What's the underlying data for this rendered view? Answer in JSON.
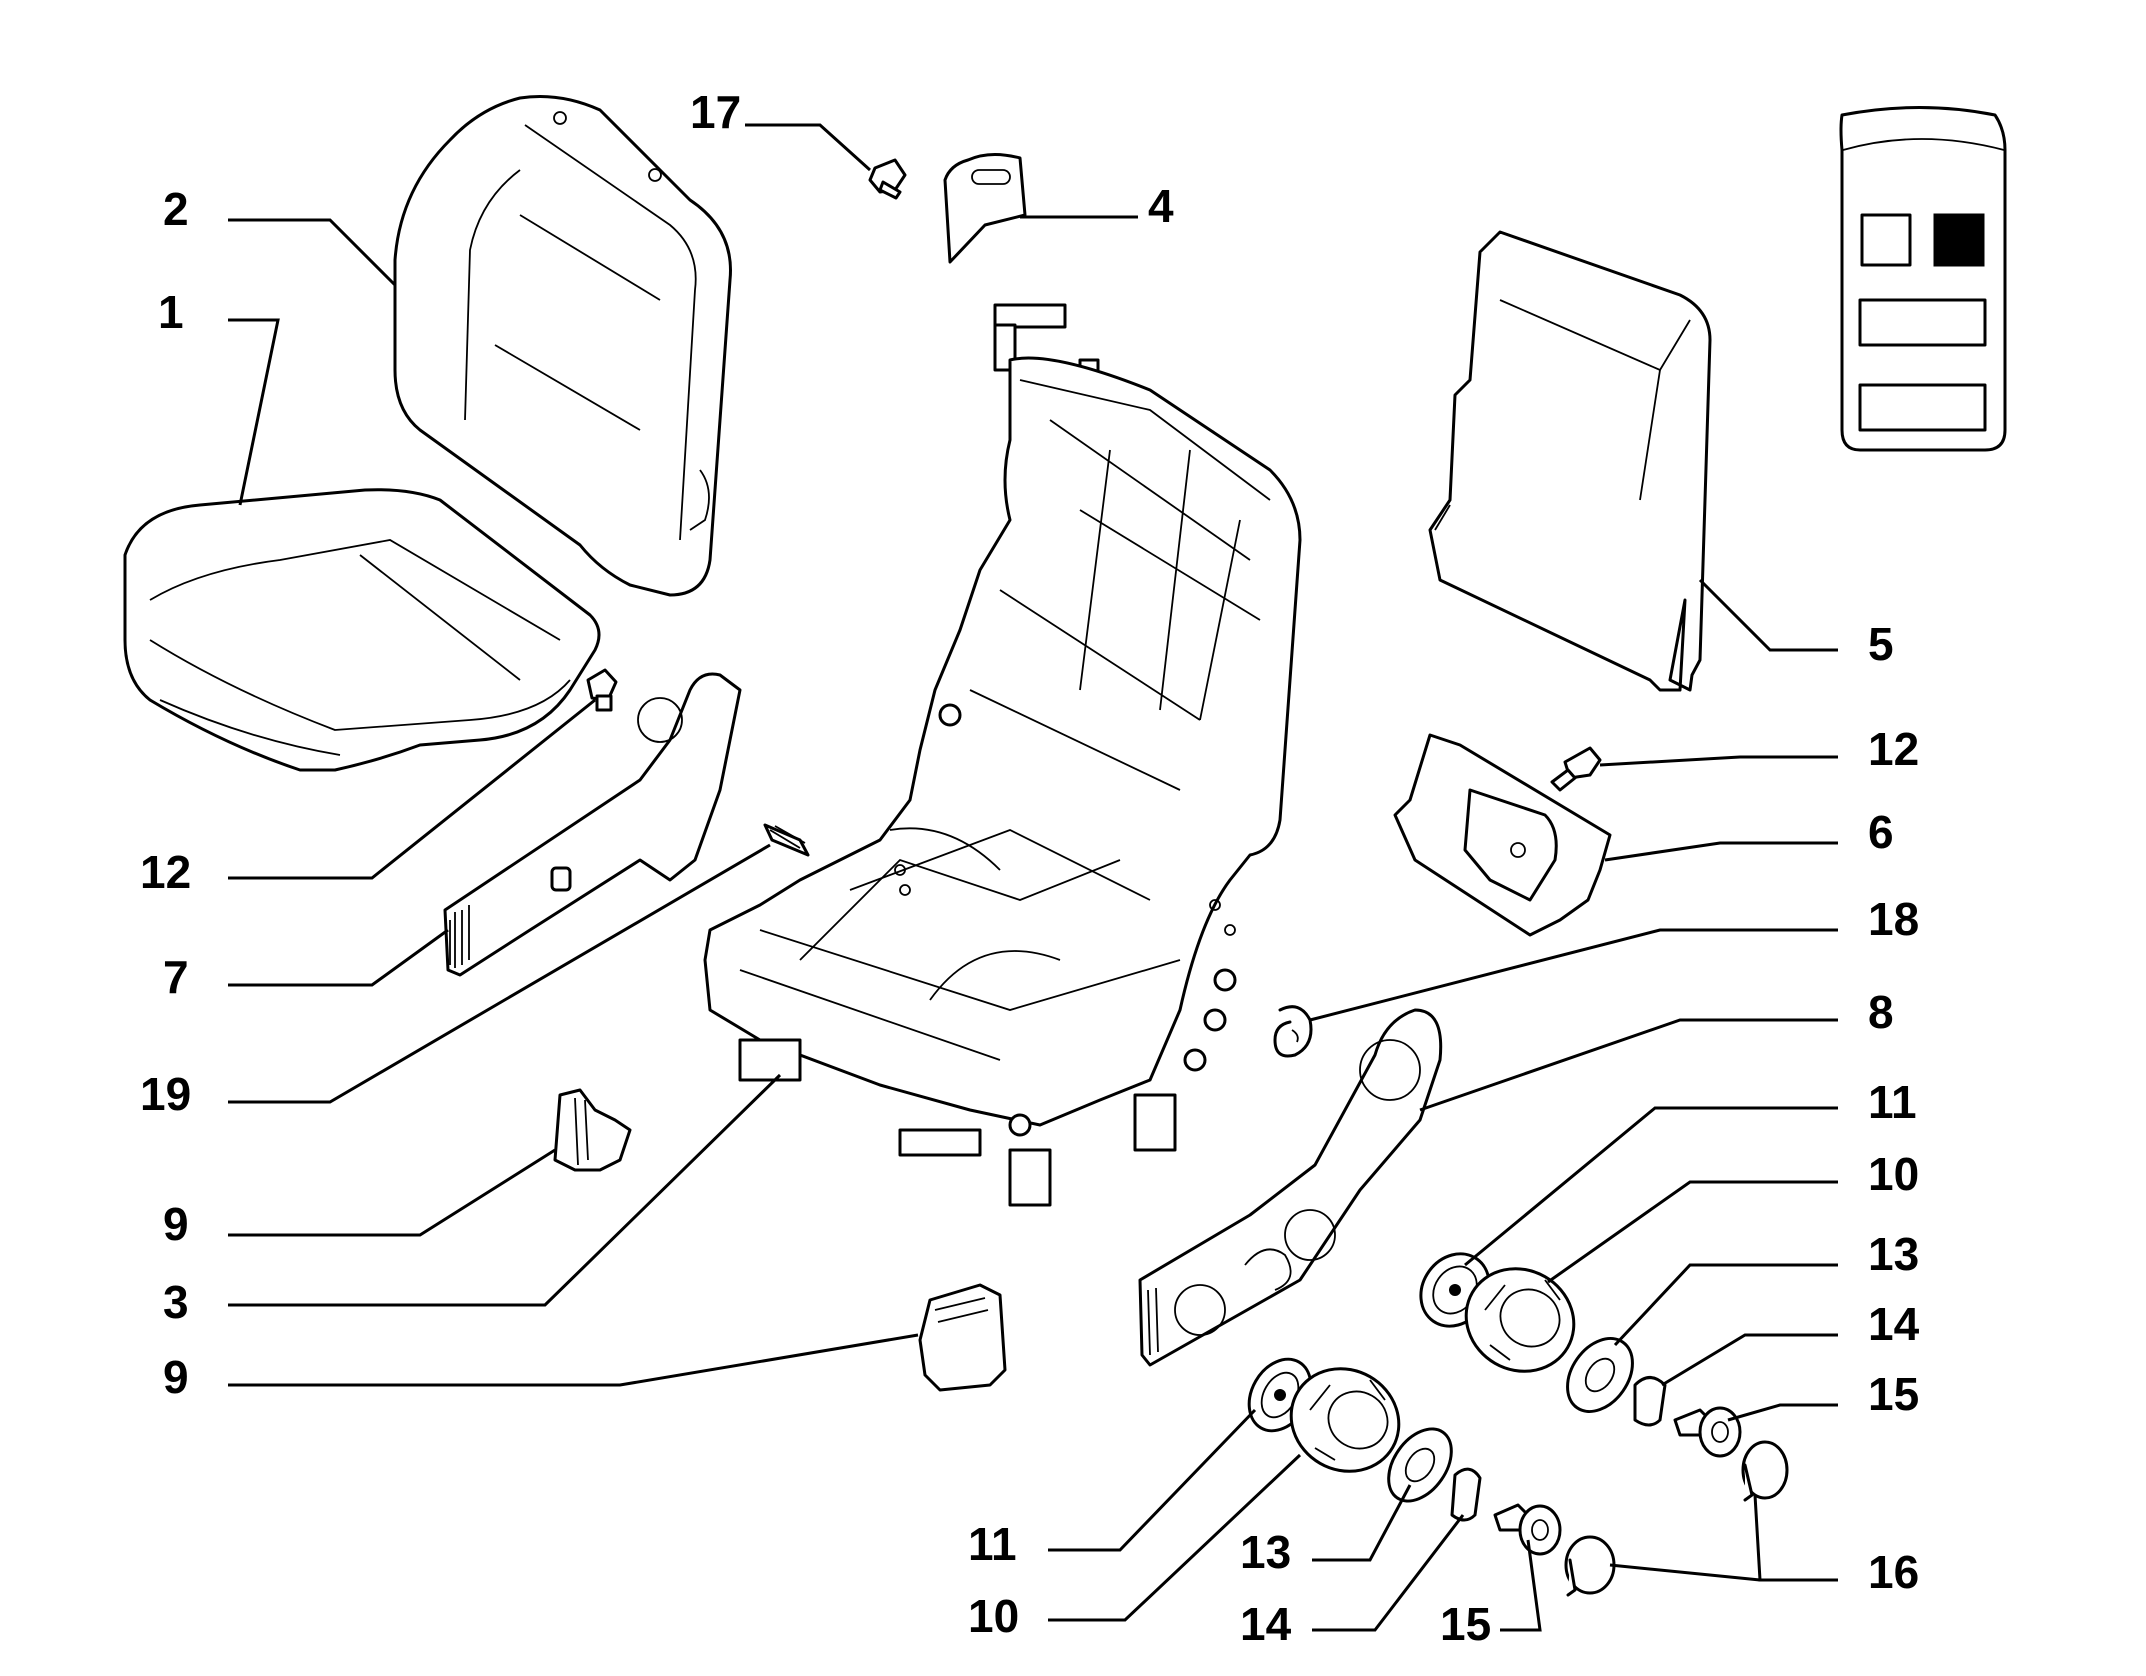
{
  "callouts": [
    {
      "label": "1"
    },
    {
      "label": "2"
    },
    {
      "label": "3"
    },
    {
      "label": "4"
    },
    {
      "label": "5"
    },
    {
      "label": "6"
    },
    {
      "label": "7"
    },
    {
      "label": "8"
    },
    {
      "label": "9"
    },
    {
      "label": "9"
    },
    {
      "label": "10"
    },
    {
      "label": "10"
    },
    {
      "label": "11"
    },
    {
      "label": "11"
    },
    {
      "label": "12"
    },
    {
      "label": "12"
    },
    {
      "label": "13"
    },
    {
      "label": "13"
    },
    {
      "label": "14"
    },
    {
      "label": "14"
    },
    {
      "label": "15"
    },
    {
      "label": "15"
    },
    {
      "label": "16"
    },
    {
      "label": "17"
    },
    {
      "label": "18"
    },
    {
      "label": "19"
    }
  ],
  "legend": {
    "icon": "vehicle-seat-position-icon",
    "highlight_color": "#000000"
  }
}
